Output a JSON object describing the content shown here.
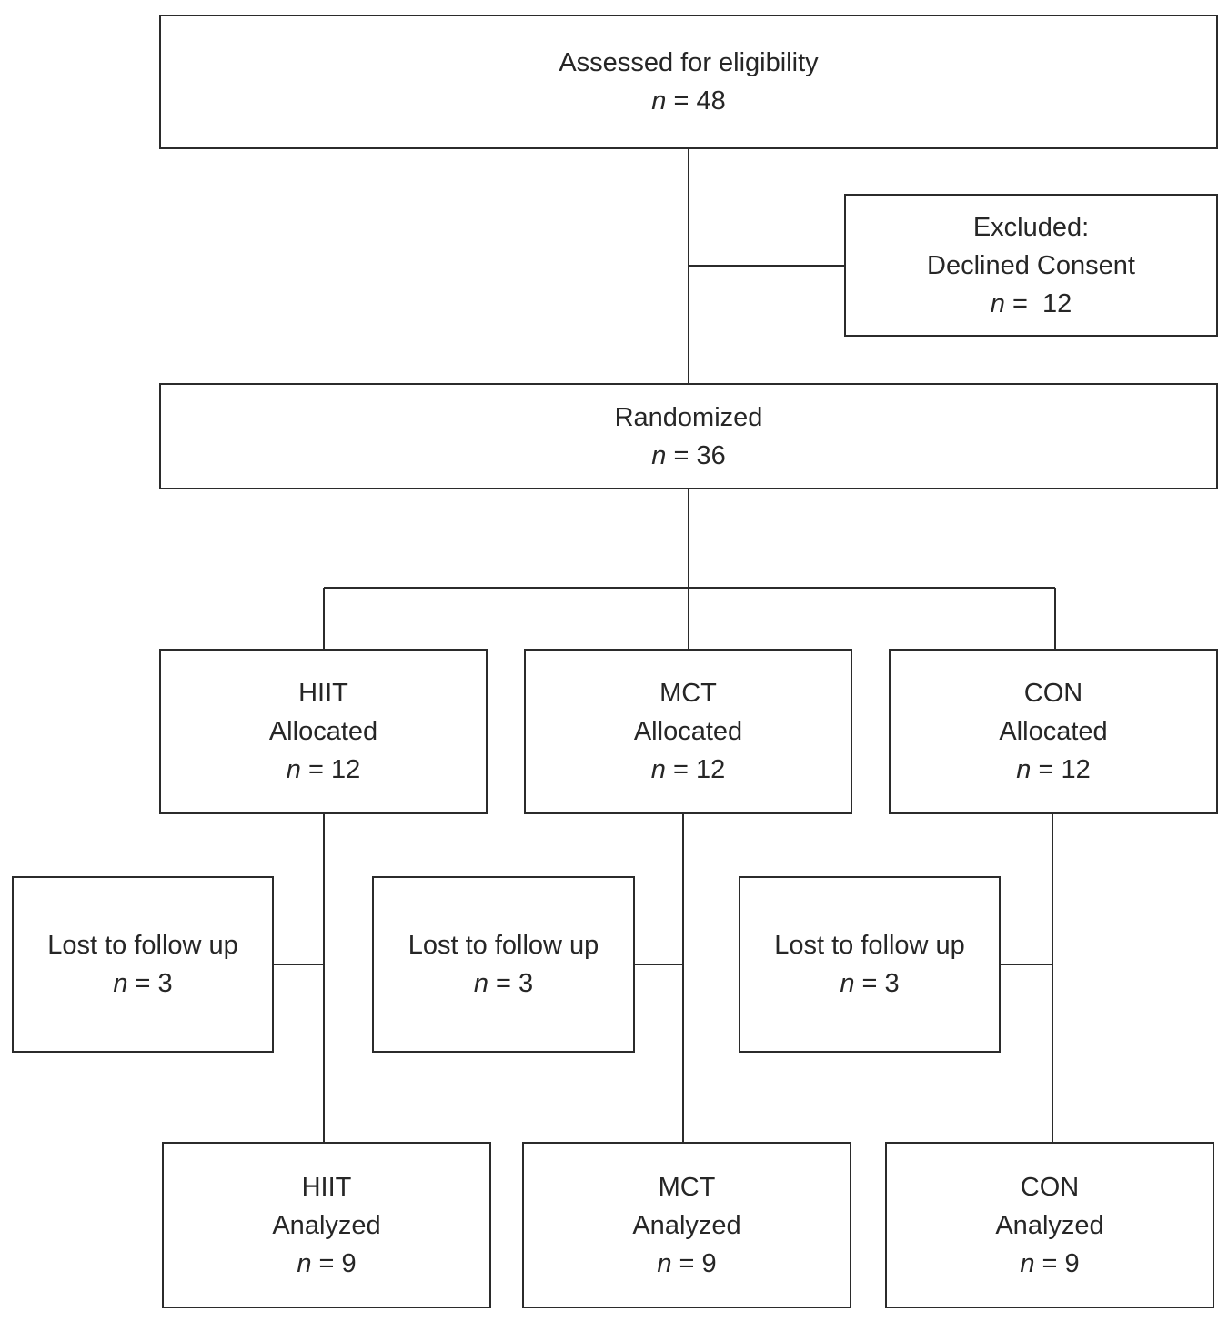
{
  "n_symbol": "n",
  "eligibility": {
    "label": "Assessed for eligibility",
    "n": "= 48"
  },
  "excluded": {
    "label": "Excluded:",
    "reason": "Declined Consent",
    "n": "=  12"
  },
  "randomized": {
    "label": "Randomized",
    "n": "= 36"
  },
  "allocation": [
    {
      "group": "HIIT",
      "status": "Allocated",
      "n": "= 12"
    },
    {
      "group": "MCT",
      "status": "Allocated",
      "n": "= 12"
    },
    {
      "group": "CON",
      "status": "Allocated",
      "n": "= 12"
    }
  ],
  "followup": [
    {
      "label": "Lost to follow up",
      "n": "= 3"
    },
    {
      "label": "Lost to follow up",
      "n": "= 3"
    },
    {
      "label": "Lost to follow up",
      "n": "= 3"
    }
  ],
  "analysis": [
    {
      "group": "HIIT",
      "status": "Analyzed",
      "n": "= 9"
    },
    {
      "group": "MCT",
      "status": "Analyzed",
      "n": "= 9"
    },
    {
      "group": "CON",
      "status": "Analyzed",
      "n": "= 9"
    }
  ]
}
